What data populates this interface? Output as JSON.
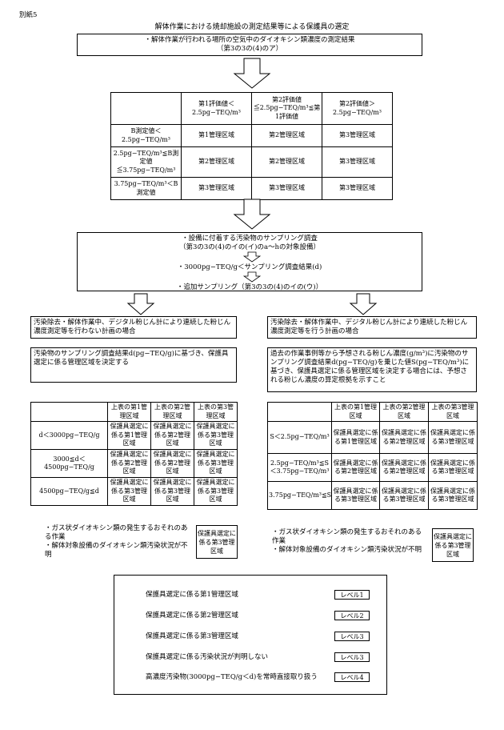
{
  "doc_label": "別紙5",
  "title": "解体作業における焼却施設の測定結果等による保護具の選定",
  "box1": {
    "line1": "・解体作業が行われる場所の空気中のダイオキシン類濃度の測定結果",
    "line2": "（第3の3の(4)のア）"
  },
  "table1": {
    "headers": [
      "第1評価値＜2.5pg−TEQ/m³",
      "第2評価値≦2.5pg−TEQ/m³≦第1評価値",
      "第2評価値＞2.5pg−TEQ/m³"
    ],
    "rows": [
      {
        "label": "B測定値＜2.5pg−TEQ/m³",
        "cells": [
          "第1管理区域",
          "第2管理区域",
          "第3管理区域"
        ]
      },
      {
        "label": "2.5pg−TEQ/m³≦B測定値≦3.75pg−TEQ/m³",
        "cells": [
          "第2管理区域",
          "第2管理区域",
          "第3管理区域"
        ]
      },
      {
        "label": "3.75pg−TEQ/m³＜B測定値",
        "cells": [
          "第3管理区域",
          "第3管理区域",
          "第3管理区域"
        ]
      }
    ]
  },
  "box2": {
    "line1": "・設備に付着する汚染物のサンプリング調査",
    "line2": "（第3の3の(4)のイの(イ)のa〜hの対象設備）",
    "line3": "・3000pg−TEQ/g＜サンプリング調査結果(d)",
    "line4": "・追加サンプリング（第3の3の(4)のイの(ウ)）"
  },
  "left": {
    "header": "汚染除去・解体作業中、デジタル粉じん計により連続した粉じん濃度測定等を行わない計画の場合",
    "desc": "汚染物のサンプリング調査結果d(pg−TEQ/g)に基づき、保護具選定に係る管理区域を決定する",
    "table": {
      "headers": [
        "上表の第1管理区域",
        "上表の第2管理区域",
        "上表の第3管理区域"
      ],
      "rows": [
        {
          "label": "d＜3000pg−TEQ/g",
          "cells": [
            "保護具選定に係る第1管理区域",
            "保護具選定に係る第2管理区域",
            "保護具選定に係る第3管理区域"
          ]
        },
        {
          "label": "3000≦d＜4500pg−TEQ/g",
          "cells": [
            "保護具選定に係る第2管理区域",
            "保護具選定に係る第2管理区域",
            "保護具選定に係る第3管理区域"
          ]
        },
        {
          "label": "4500pg−TEQ/g≦d",
          "cells": [
            "保護具選定に係る第3管理区域",
            "保護具選定に係る第3管理区域",
            "保護具選定に係る第3管理区域"
          ]
        }
      ]
    },
    "note1": "・ガス状ダイオキシン類の発生するおそれのある作業",
    "note2": "・解体対象設備のダイオキシン類汚染状況が不明",
    "note_box": "保護具選定に係る第3管理区域"
  },
  "right": {
    "header": "汚染除去・解体作業中、デジタル粉じん計により連続した粉じん濃度測定等を行う計画の場合",
    "desc": "過去の作業事例等から予想される粉じん濃度(g/m³)に汚染物のサンプリング調査結果d(pg−TEQ/g)を乗じた値S(pg−TEQ/m³)に基づき、保護具選定に係る管理区域を決定する場合には、予想される粉じん濃度の算定根拠を示すこと",
    "table": {
      "headers": [
        "上表の第1管理区域",
        "上表の第2管理区域",
        "上表の第3管理区域"
      ],
      "rows": [
        {
          "label": "S＜2.5pg−TEQ/m³",
          "cells": [
            "保護具選定に係る第1管理区域",
            "保護具選定に係る第2管理区域",
            "保護具選定に係る第3管理区域"
          ]
        },
        {
          "label": "2.5pg−TEQ/m³≦S＜3.75pg−TEQ/m³",
          "cells": [
            "保護具選定に係る第2管理区域",
            "保護具選定に係る第2管理区域",
            "保護具選定に係る第3管理区域"
          ]
        },
        {
          "label": "3.75pg−TEQ/m³≦S",
          "cells": [
            "保護具選定に係る第3管理区域",
            "保護具選定に係る第3管理区域",
            "保護具選定に係る第3管理区域"
          ]
        }
      ]
    },
    "note1": "・ガス状ダイオキシン類の発生するおそれのある作業",
    "note2": "・解体対象設備のダイオキシン類汚染状況が不明",
    "note_box": "保護具選定に係る第3管理区域"
  },
  "levels": [
    {
      "text": "保護具選定に係る第1管理区域",
      "level": "レベル1"
    },
    {
      "text": "保護具選定に係る第2管理区域",
      "level": "レベル2"
    },
    {
      "text": "保護具選定に係る第3管理区域",
      "level": "レベル3"
    },
    {
      "text": "保護具選定に係る汚染状況が判明しない",
      "level": "レベル3"
    },
    {
      "text": "高濃度汚染物(3000pg−TEQ/g＜d)を常時直接取り扱う",
      "level": "レベル4"
    }
  ]
}
